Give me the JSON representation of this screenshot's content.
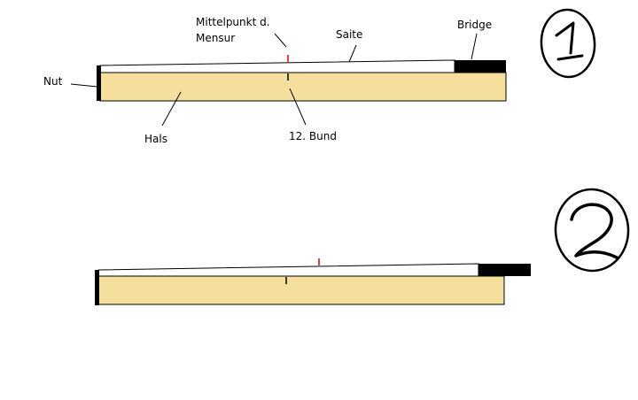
{
  "figure_1": {
    "number": "1",
    "labels": {
      "midpoint_line1": "Mittelpunkt d.",
      "midpoint_line2": "Mensur",
      "string": "Saite",
      "bridge": "Bridge",
      "nut": "Nut",
      "neck": "Hals",
      "fret_12": "12. Bund"
    }
  },
  "figure_2": {
    "number": "2"
  },
  "colors": {
    "neck_fill": "#f4e09c",
    "string_fill": "#ffffff",
    "bridge_fill": "#000000",
    "midpoint_marker": "#e00000",
    "outline": "#000000"
  }
}
